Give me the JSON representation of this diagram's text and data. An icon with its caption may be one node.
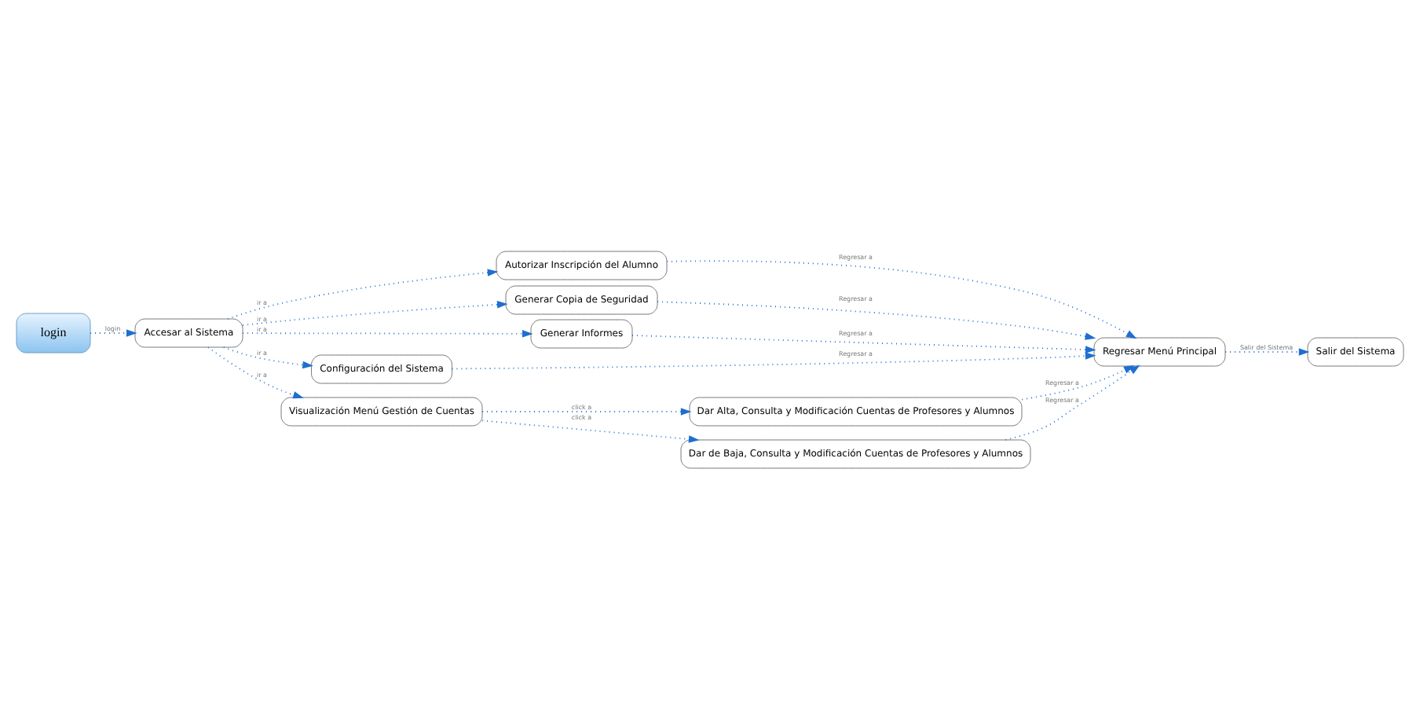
{
  "diagram": {
    "nodes": [
      {
        "text": [
          "login"
        ]
      },
      {
        "text": [
          "Accesar al Sistema"
        ]
      },
      {
        "text": [
          "Autorizar Inscripción del Alumno"
        ]
      },
      {
        "text": [
          "Generar Copia de Seguridad"
        ]
      },
      {
        "text": [
          "Generar Informes"
        ]
      },
      {
        "text": [
          "Configuración del Sistema"
        ]
      },
      {
        "text": [
          "Regresar Menú Principal"
        ]
      },
      {
        "text": [
          "Salir del Sistema"
        ]
      },
      {
        "text": [
          "Dar Alta, Consulta y Modificación Cuentas de Profesores y Alumnos"
        ]
      },
      {
        "text": [
          "Visualización Menú Gestión de Cuentas"
        ]
      },
      {
        "text": [
          "Dar de Baja, Consulta y Modificación Cuentas de Profesores y Alumnos"
        ]
      }
    ],
    "edges": [
      {
        "from": 0,
        "to": 1,
        "arrow": "to",
        "label": "login",
        "style": "dashed"
      },
      {
        "from": 1,
        "to": 2,
        "arrow": "to",
        "label": "ir a",
        "style": "dashed"
      },
      {
        "from": 1,
        "to": 3,
        "arrow": "to",
        "label": "ir a",
        "style": "dashed"
      },
      {
        "from": 1,
        "to": 4,
        "arrow": "to",
        "label": "ir a",
        "style": "dashed"
      },
      {
        "from": 1,
        "to": 5,
        "arrow": "to",
        "label": "ir a",
        "style": "dashed"
      },
      {
        "from": 1,
        "to": 9,
        "arrow": "to",
        "label": "ir a",
        "style": "dashed"
      },
      {
        "from": 2,
        "to": 6,
        "arrow": "to",
        "label": "Regresar a",
        "style": "dashed"
      },
      {
        "from": 3,
        "to": 6,
        "arrow": "to",
        "label": "Regresar a",
        "style": "dashed"
      },
      {
        "from": 4,
        "to": 6,
        "arrow": "to",
        "label": "Regresar a",
        "style": "dashed"
      },
      {
        "from": 5,
        "to": 6,
        "arrow": "to",
        "label": "Regresar a",
        "style": "dashed"
      },
      {
        "from": 8,
        "to": 6,
        "arrow": "to",
        "label": "Regresar a",
        "style": "dashed"
      },
      {
        "from": 10,
        "to": 6,
        "arrow": "to",
        "label": "Regresar a",
        "style": "dashed"
      },
      {
        "from": 6,
        "to": 7,
        "arrow": "to",
        "label": "Salir del Sistema",
        "style": "dashed"
      },
      {
        "from": 9,
        "to": 8,
        "arrow": "to",
        "label": "click a",
        "style": "dashed"
      },
      {
        "from": 9,
        "to": 10,
        "arrow": "to",
        "label": "click a",
        "style": "dashed"
      }
    ]
  }
}
